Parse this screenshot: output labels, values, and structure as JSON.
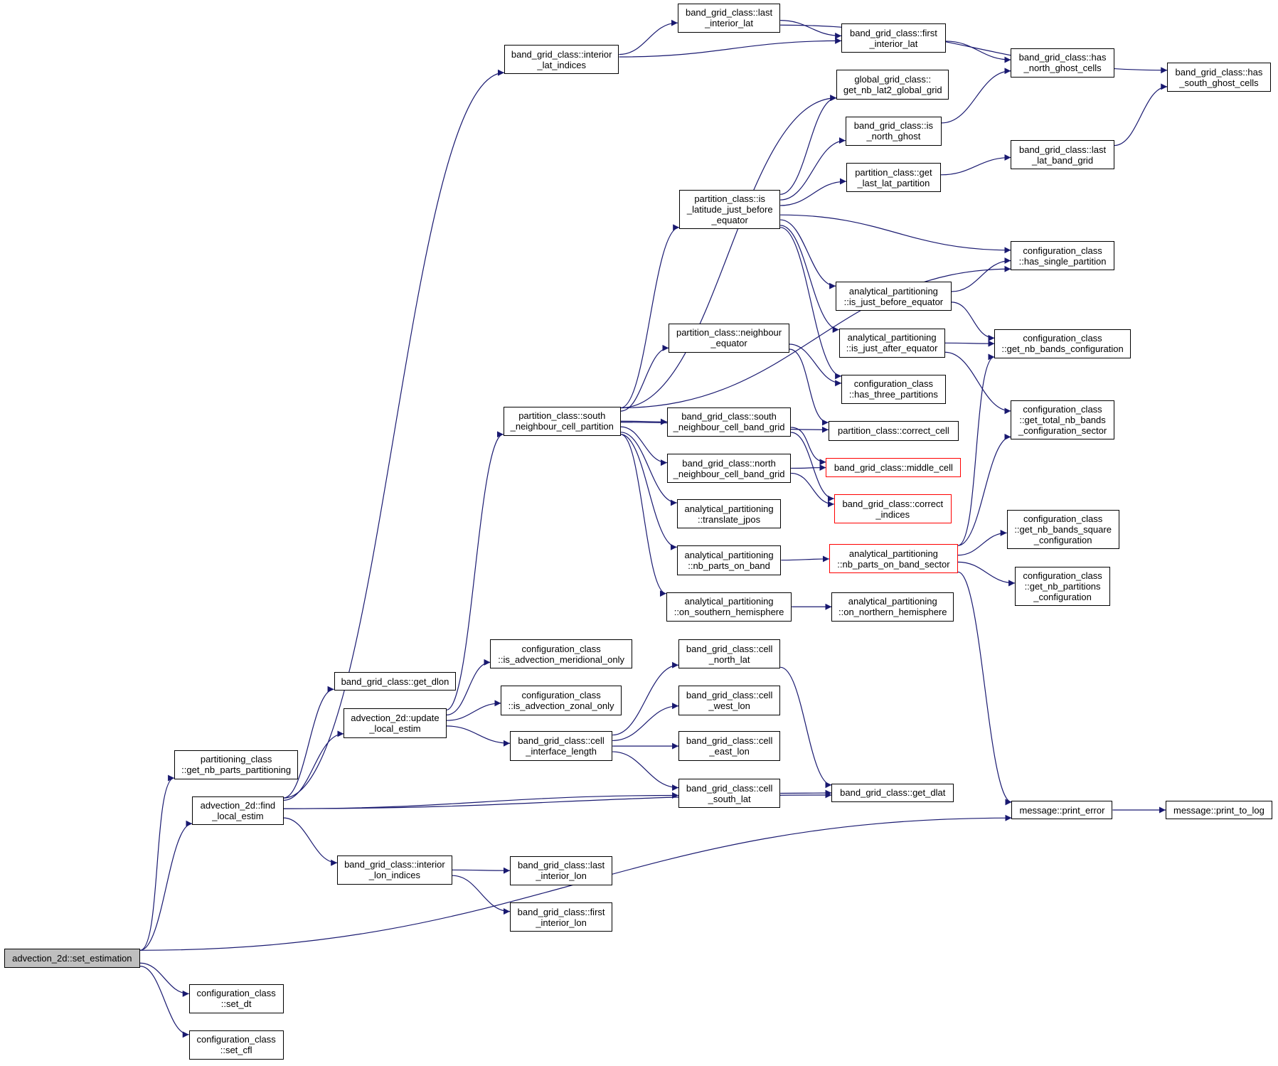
{
  "graph": {
    "edge_color": "#191970",
    "root_fill": "#bfbfbf",
    "truncated_border_color": "#ff0000",
    "nodes": [
      {
        "id": "set_estimation",
        "label": "advection_2d::set_estimation",
        "root": true
      },
      {
        "id": "get_nb_parts_partitioning",
        "label": "partitioning_class\n::get_nb_parts_partitioning"
      },
      {
        "id": "find_local_estim",
        "label": "advection_2d::find\n_local_estim"
      },
      {
        "id": "set_dt",
        "label": "configuration_class\n::set_dt"
      },
      {
        "id": "set_cfl",
        "label": "configuration_class\n::set_cfl"
      },
      {
        "id": "interior_lat_indices",
        "label": "band_grid_class::interior\n_lat_indices"
      },
      {
        "id": "get_dlon",
        "label": "band_grid_class::get_dlon"
      },
      {
        "id": "update_local_estim",
        "label": "advection_2d::update\n_local_estim"
      },
      {
        "id": "interior_lon_indices",
        "label": "band_grid_class::interior\n_lon_indices"
      },
      {
        "id": "is_advection_meridional_only",
        "label": "configuration_class\n::is_advection_meridional_only"
      },
      {
        "id": "is_advection_zonal_only",
        "label": "configuration_class\n::is_advection_zonal_only"
      },
      {
        "id": "cell_interface_length",
        "label": "band_grid_class::cell\n_interface_length"
      },
      {
        "id": "south_neighbour_cell_partition",
        "label": "partition_class::south\n_neighbour_cell_partition"
      },
      {
        "id": "last_interior_lon",
        "label": "band_grid_class::last\n_interior_lon"
      },
      {
        "id": "first_interior_lon",
        "label": "band_grid_class::first\n_interior_lon"
      },
      {
        "id": "last_interior_lat",
        "label": "band_grid_class::last\n_interior_lat"
      },
      {
        "id": "get_nb_lat2_global_grid",
        "label": "global_grid_class::\nget_nb_lat2_global_grid"
      },
      {
        "id": "is_latitude_just_before_equator",
        "label": "partition_class::is\n_latitude_just_before\n_equator"
      },
      {
        "id": "neighbour_equator",
        "label": "partition_class::neighbour\n_equator"
      },
      {
        "id": "south_neighbour_cell_band_grid",
        "label": "band_grid_class::south\n_neighbour_cell_band_grid"
      },
      {
        "id": "north_neighbour_cell_band_grid",
        "label": "band_grid_class::north\n_neighbour_cell_band_grid"
      },
      {
        "id": "translate_jpos",
        "label": "analytical_partitioning\n::translate_jpos"
      },
      {
        "id": "nb_parts_on_band",
        "label": "analytical_partitioning\n::nb_parts_on_band"
      },
      {
        "id": "on_southern_hemisphere",
        "label": "analytical_partitioning\n::on_southern_hemisphere"
      },
      {
        "id": "cell_north_lat",
        "label": "band_grid_class::cell\n_north_lat"
      },
      {
        "id": "cell_west_lon",
        "label": "band_grid_class::cell\n_west_lon"
      },
      {
        "id": "cell_east_lon",
        "label": "band_grid_class::cell\n_east_lon"
      },
      {
        "id": "cell_south_lat",
        "label": "band_grid_class::cell\n_south_lat"
      },
      {
        "id": "first_interior_lat",
        "label": "band_grid_class::first\n_interior_lat"
      },
      {
        "id": "is_north_ghost",
        "label": "band_grid_class::is\n_north_ghost"
      },
      {
        "id": "get_last_lat_partition",
        "label": "partition_class::get\n_last_lat_partition"
      },
      {
        "id": "is_just_before_equator",
        "label": "analytical_partitioning\n::is_just_before_equator"
      },
      {
        "id": "is_just_after_equator",
        "label": "analytical_partitioning\n::is_just_after_equator"
      },
      {
        "id": "has_three_partitions",
        "label": "configuration_class\n::has_three_partitions"
      },
      {
        "id": "correct_cell",
        "label": "partition_class::correct_cell"
      },
      {
        "id": "middle_cell",
        "label": "band_grid_class::middle_cell",
        "truncated": true
      },
      {
        "id": "correct_indices",
        "label": "band_grid_class::correct\n_indices",
        "truncated": true
      },
      {
        "id": "nb_parts_on_band_sector",
        "label": "analytical_partitioning\n::nb_parts_on_band_sector",
        "truncated": true
      },
      {
        "id": "on_northern_hemisphere",
        "label": "analytical_partitioning\n::on_northern_hemisphere"
      },
      {
        "id": "get_dlat",
        "label": "band_grid_class::get_dlat"
      },
      {
        "id": "has_north_ghost_cells",
        "label": "band_grid_class::has\n_north_ghost_cells"
      },
      {
        "id": "last_lat_band_grid",
        "label": "band_grid_class::last\n_lat_band_grid"
      },
      {
        "id": "has_single_partition",
        "label": "configuration_class\n::has_single_partition"
      },
      {
        "id": "get_nb_bands_configuration",
        "label": "configuration_class\n::get_nb_bands_configuration"
      },
      {
        "id": "get_total_nb_bands_configuration_sector",
        "label": "configuration_class\n::get_total_nb_bands\n_configuration_sector"
      },
      {
        "id": "get_nb_bands_square_configuration",
        "label": "configuration_class\n::get_nb_bands_square\n_configuration"
      },
      {
        "id": "get_nb_partitions_configuration",
        "label": "configuration_class\n::get_nb_partitions\n_configuration"
      },
      {
        "id": "print_error",
        "label": "message::print_error"
      },
      {
        "id": "has_south_ghost_cells",
        "label": "band_grid_class::has\n_south_ghost_cells"
      },
      {
        "id": "print_to_log",
        "label": "message::print_to_log"
      }
    ],
    "edges": [
      [
        "set_estimation",
        "get_nb_parts_partitioning"
      ],
      [
        "set_estimation",
        "find_local_estim"
      ],
      [
        "set_estimation",
        "print_error"
      ],
      [
        "set_estimation",
        "set_dt"
      ],
      [
        "set_estimation",
        "set_cfl"
      ],
      [
        "find_local_estim",
        "interior_lat_indices"
      ],
      [
        "find_local_estim",
        "get_dlon"
      ],
      [
        "find_local_estim",
        "update_local_estim"
      ],
      [
        "find_local_estim",
        "cell_south_lat"
      ],
      [
        "find_local_estim",
        "get_dlat"
      ],
      [
        "find_local_estim",
        "interior_lon_indices"
      ],
      [
        "interior_lat_indices",
        "last_interior_lat"
      ],
      [
        "interior_lat_indices",
        "first_interior_lat"
      ],
      [
        "last_interior_lat",
        "first_interior_lat"
      ],
      [
        "last_interior_lat",
        "has_south_ghost_cells"
      ],
      [
        "first_interior_lat",
        "has_north_ghost_cells"
      ],
      [
        "update_local_estim",
        "south_neighbour_cell_partition"
      ],
      [
        "update_local_estim",
        "is_advection_meridional_only"
      ],
      [
        "update_local_estim",
        "is_advection_zonal_only"
      ],
      [
        "update_local_estim",
        "cell_interface_length"
      ],
      [
        "interior_lon_indices",
        "last_interior_lon"
      ],
      [
        "interior_lon_indices",
        "first_interior_lon"
      ],
      [
        "cell_interface_length",
        "cell_north_lat"
      ],
      [
        "cell_interface_length",
        "cell_west_lon"
      ],
      [
        "cell_interface_length",
        "cell_east_lon"
      ],
      [
        "cell_interface_length",
        "cell_south_lat"
      ],
      [
        "cell_north_lat",
        "get_dlat"
      ],
      [
        "cell_south_lat",
        "get_dlat"
      ],
      [
        "south_neighbour_cell_partition",
        "get_nb_lat2_global_grid"
      ],
      [
        "south_neighbour_cell_partition",
        "is_latitude_just_before_equator"
      ],
      [
        "south_neighbour_cell_partition",
        "has_single_partition"
      ],
      [
        "south_neighbour_cell_partition",
        "neighbour_equator"
      ],
      [
        "south_neighbour_cell_partition",
        "correct_cell"
      ],
      [
        "south_neighbour_cell_partition",
        "south_neighbour_cell_band_grid"
      ],
      [
        "south_neighbour_cell_partition",
        "north_neighbour_cell_band_grid"
      ],
      [
        "south_neighbour_cell_partition",
        "translate_jpos"
      ],
      [
        "south_neighbour_cell_partition",
        "nb_parts_on_band"
      ],
      [
        "south_neighbour_cell_partition",
        "on_southern_hemisphere"
      ],
      [
        "is_latitude_just_before_equator",
        "get_nb_lat2_global_grid"
      ],
      [
        "is_latitude_just_before_equator",
        "is_north_ghost"
      ],
      [
        "is_latitude_just_before_equator",
        "get_last_lat_partition"
      ],
      [
        "is_latitude_just_before_equator",
        "has_single_partition"
      ],
      [
        "is_latitude_just_before_equator",
        "is_just_before_equator"
      ],
      [
        "is_latitude_just_before_equator",
        "is_just_after_equator"
      ],
      [
        "is_latitude_just_before_equator",
        "has_three_partitions"
      ],
      [
        "is_north_ghost",
        "has_north_ghost_cells"
      ],
      [
        "get_last_lat_partition",
        "last_lat_band_grid"
      ],
      [
        "last_lat_band_grid",
        "has_south_ghost_cells"
      ],
      [
        "is_just_before_equator",
        "has_single_partition"
      ],
      [
        "is_just_before_equator",
        "get_nb_bands_configuration"
      ],
      [
        "is_just_after_equator",
        "get_nb_bands_configuration"
      ],
      [
        "is_just_after_equator",
        "get_total_nb_bands_configuration_sector"
      ],
      [
        "neighbour_equator",
        "has_three_partitions"
      ],
      [
        "neighbour_equator",
        "correct_cell"
      ],
      [
        "south_neighbour_cell_band_grid",
        "middle_cell"
      ],
      [
        "south_neighbour_cell_band_grid",
        "correct_indices"
      ],
      [
        "north_neighbour_cell_band_grid",
        "middle_cell"
      ],
      [
        "north_neighbour_cell_band_grid",
        "correct_indices"
      ],
      [
        "nb_parts_on_band",
        "nb_parts_on_band_sector"
      ],
      [
        "nb_parts_on_band_sector",
        "get_nb_bands_configuration"
      ],
      [
        "nb_parts_on_band_sector",
        "get_total_nb_bands_configuration_sector"
      ],
      [
        "nb_parts_on_band_sector",
        "get_nb_bands_square_configuration"
      ],
      [
        "nb_parts_on_band_sector",
        "get_nb_partitions_configuration"
      ],
      [
        "nb_parts_on_band_sector",
        "print_error"
      ],
      [
        "on_southern_hemisphere",
        "on_northern_hemisphere"
      ],
      [
        "print_error",
        "print_to_log"
      ]
    ]
  }
}
